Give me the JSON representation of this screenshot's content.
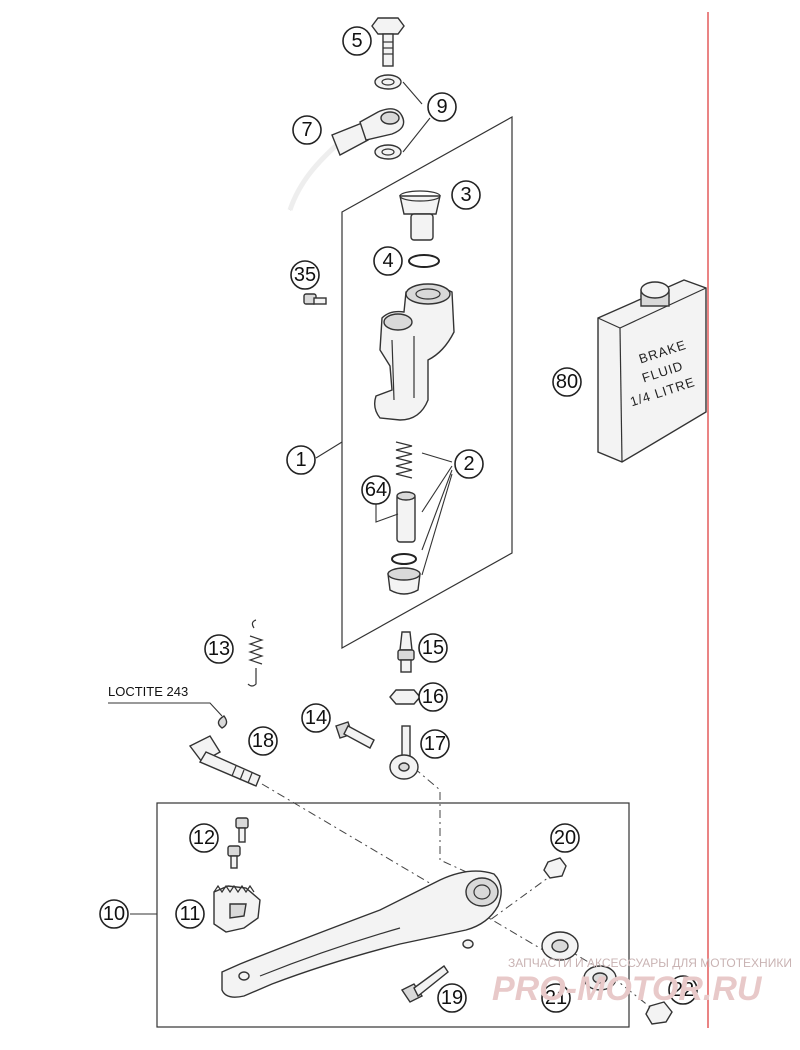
{
  "callouts": {
    "c1": "1",
    "c2": "2",
    "c3": "3",
    "c4": "4",
    "c5": "5",
    "c7": "7",
    "c9": "9",
    "c10": "10",
    "c11": "11",
    "c12": "12",
    "c13": "13",
    "c14": "14",
    "c15": "15",
    "c16": "16",
    "c17": "17",
    "c18": "18",
    "c19": "19",
    "c20": "20",
    "c21": "21",
    "c22": "22",
    "c35": "35",
    "c64": "64",
    "c80": "80"
  },
  "bottle_label": {
    "line1": "BRAKE",
    "line2": "FLUID",
    "line3": "1/4 LITRE"
  },
  "note": "LOCTITE 243",
  "watermark": {
    "tagline": "ЗАПЧАСТИ И АКСЕССУАРЫ ДЛЯ МОТОТЕХНИКИ",
    "site": "PRO-MOTOR.RU"
  },
  "colors": {
    "margin_line": "#e05050",
    "ink": "#333333",
    "watermark": "#e8c9c9"
  }
}
